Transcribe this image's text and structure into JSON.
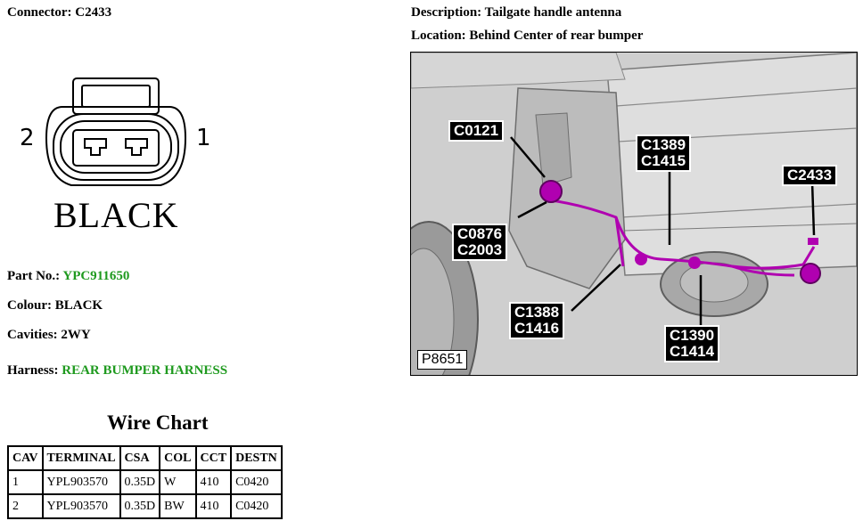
{
  "connector": {
    "label": "Connector: C2433"
  },
  "description": {
    "label": "Description: Tailgate handle antenna"
  },
  "location": {
    "label": "Location: Behind Center of rear bumper"
  },
  "connector_diagram": {
    "pin_left": "2",
    "pin_right": "1",
    "colour_text": "BLACK"
  },
  "part": {
    "label": "Part No.:",
    "value": "YPC911650"
  },
  "colour": {
    "label": "Colour: BLACK"
  },
  "cavities": {
    "label": "Cavities: 2WY"
  },
  "harness": {
    "label": "Harness:",
    "value": "REAR BUMPER HARNESS"
  },
  "photo": {
    "id": "P8651",
    "callouts": {
      "c0121": "C0121",
      "c1389": "C1389",
      "c1415": "C1415",
      "c2433": "C2433",
      "c0876": "C0876",
      "c2003": "C2003",
      "c1388": "C1388",
      "c1416": "C1416",
      "c1390": "C1390",
      "c1414": "C1414"
    }
  },
  "wire_chart": {
    "title": "Wire Chart",
    "headers": [
      "CAV",
      "TERMINAL",
      "CSA",
      "COL",
      "CCT",
      "DESTN"
    ],
    "rows": [
      [
        "1",
        "YPL903570",
        "0.35D",
        "W",
        "410",
        "C0420"
      ],
      [
        "2",
        "YPL903570",
        "0.35D",
        "BW",
        "410",
        "C0420"
      ]
    ]
  },
  "colors": {
    "green_text": "#1f9a1f",
    "harness_wire": "#b000b0"
  }
}
